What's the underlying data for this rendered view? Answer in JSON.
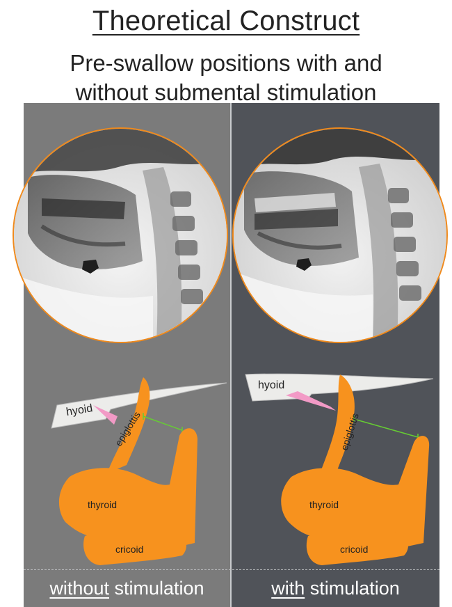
{
  "header": {
    "title": "Theoretical Construct",
    "subtitle_line1": "Pre-swallow positions with and",
    "subtitle_line2": "without submental stimulation"
  },
  "panels": [
    {
      "caption_underlined": "without",
      "caption_rest": " stimulation",
      "labels": {
        "hyoid": "hyoid",
        "epiglottis": "epiglottis",
        "thyroid": "thyroid",
        "cricoid": "cricoid"
      }
    },
    {
      "caption_underlined": "with",
      "caption_rest": " stimulation",
      "labels": {
        "hyoid": "hyoid",
        "epiglottis": "epiglottis",
        "thyroid": "thyroid",
        "cricoid": "cricoid"
      }
    }
  ],
  "colors": {
    "left_panel": "#7b7b7b",
    "right_panel": "#505359",
    "cartilage": "#f7921e",
    "hyoid_bone": "#ececea",
    "ligament": "#f29ac6",
    "measure_line": "#66cc33",
    "circle_border": "#f08a1c"
  },
  "icons": [
    "xray-image-left",
    "xray-image-right"
  ]
}
